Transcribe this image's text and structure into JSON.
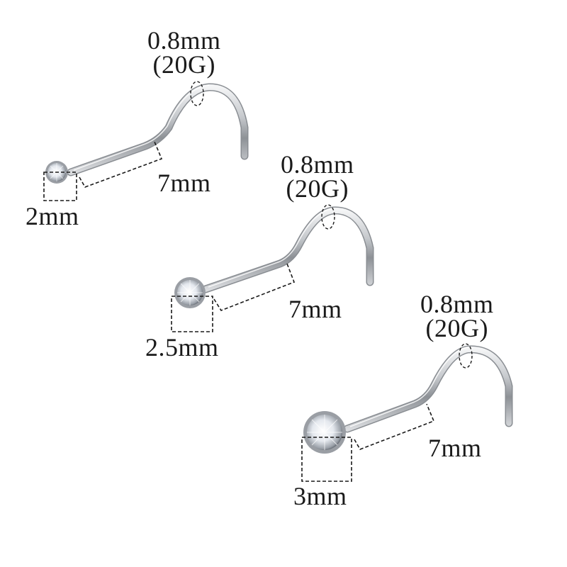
{
  "figure": {
    "subject": "Nose screw stud (corkscrew) size chart",
    "colors": {
      "background": "#ffffff",
      "metal": "#c9ccd0",
      "metal_dark": "#7d8186",
      "text": "#1a1a1a",
      "dash": "#1a1a1a"
    },
    "items": [
      {
        "gem_size": "2mm",
        "bar_length": "7mm",
        "gauge_mm": "0.8mm",
        "gauge_g": "(20G)"
      },
      {
        "gem_size": "2.5mm",
        "bar_length": "7mm",
        "gauge_mm": "0.8mm",
        "gauge_g": "(20G)"
      },
      {
        "gem_size": "3mm",
        "bar_length": "7mm",
        "gauge_mm": "0.8mm",
        "gauge_g": "(20G)"
      }
    ]
  }
}
